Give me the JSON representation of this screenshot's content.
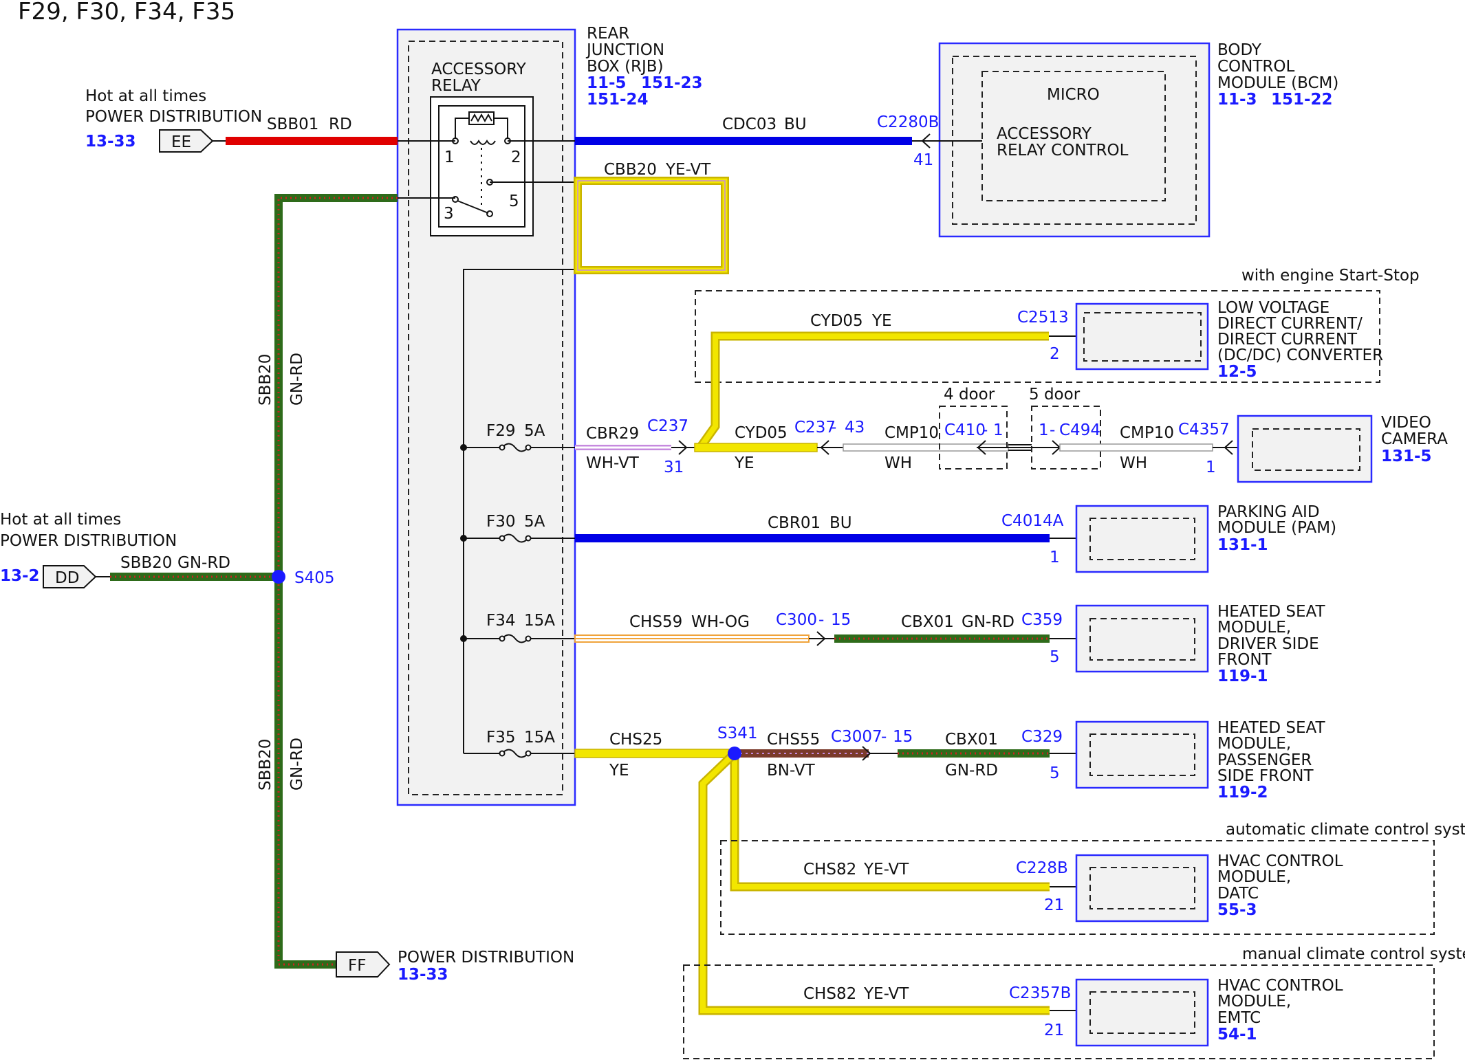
{
  "title": "F29, F30, F34, F35",
  "colors": {
    "RD": "#e00000",
    "BU": "#0000e6",
    "GN": "#2e6b1a",
    "YE": "#f2e600",
    "WH": "#ffffff",
    "VT": "#c68adf",
    "OG": "#f0a33a",
    "BN": "#7a3a2a",
    "splice": "#1a1aff",
    "text_blue": "#1a1aff",
    "box_blue": "#2a2aff"
  },
  "sources": {
    "top": {
      "line1": "Hot at all times",
      "line2": "POWER DISTRIBUTION",
      "ref": "13-33",
      "connector": "EE"
    },
    "left": {
      "line1": "Hot at all times",
      "line2": "POWER DISTRIBUTION",
      "ref": "13-2",
      "connector": "DD"
    },
    "bottom": {
      "connector": "FF",
      "line2": "POWER DISTRIBUTION",
      "ref": "13-33"
    }
  },
  "rjb": {
    "name": [
      "REAR",
      "JUNCTION",
      "BOX (RJB)"
    ],
    "refs": [
      "11-5",
      "151-23",
      "151-24"
    ],
    "relay_label": [
      "ACCESSORY",
      "RELAY"
    ],
    "pins": {
      "p1": "1",
      "p2": "2",
      "p3": "3",
      "p5": "5"
    }
  },
  "bcm": {
    "name": [
      "BODY",
      "CONTROL",
      "MODULE (BCM)"
    ],
    "refs": [
      "11-3",
      "151-22"
    ],
    "micro": "MICRO",
    "control": [
      "ACCESSORY",
      "RELAY CONTROL"
    ],
    "connector": "C2280B",
    "pin": "41"
  },
  "fuses": [
    {
      "id": "F29",
      "rating": "5A"
    },
    {
      "id": "F30",
      "rating": "5A"
    },
    {
      "id": "F34",
      "rating": "15A"
    },
    {
      "id": "F35",
      "rating": "15A"
    }
  ],
  "wires": {
    "sbb01": {
      "circuit": "SBB01",
      "color": "RD"
    },
    "cdc03": {
      "circuit": "CDC03",
      "color": "BU"
    },
    "cbb20": {
      "circuit": "CBB20",
      "color": "YE-VT"
    },
    "sbb20_left": {
      "circuit": "SBB20",
      "color": "GN-RD"
    },
    "sbb20_vert": {
      "circuit": "SBB20",
      "color": "GN-RD"
    },
    "cyd05_top": {
      "circuit": "CYD05",
      "color": "YE"
    },
    "cbr29": {
      "circuit": "CBR29",
      "color": "WH-VT"
    },
    "cyd05_mid": {
      "circuit": "CYD05",
      "color": "YE"
    },
    "cmp10_a": {
      "circuit": "CMP10",
      "color": "WH"
    },
    "cmp10_b": {
      "circuit": "CMP10",
      "color": "WH"
    },
    "cbr01": {
      "circuit": "CBR01",
      "color": "BU"
    },
    "chs59": {
      "circuit": "CHS59",
      "color": "WH-OG"
    },
    "cbx01_a": {
      "circuit": "CBX01",
      "color": "GN-RD"
    },
    "chs25": {
      "circuit": "CHS25",
      "color": "YE"
    },
    "chs55": {
      "circuit": "CHS55",
      "color": "BN-VT"
    },
    "cbx01_b": {
      "circuit": "CBX01",
      "color": "GN-RD"
    },
    "chs82_a": {
      "circuit": "CHS82",
      "color": "YE-VT"
    },
    "chs82_b": {
      "circuit": "CHS82",
      "color": "YE-VT"
    }
  },
  "splices": {
    "s405": "S405",
    "s341": "S341"
  },
  "connectors": {
    "c237": {
      "name": "C237",
      "pin": "31"
    },
    "c237_43": {
      "name": "C237",
      "pin": "43"
    },
    "c410": {
      "name": "C410",
      "pin": "1"
    },
    "c494": {
      "name": "C494",
      "pin": "1"
    },
    "c4357": {
      "name": "C4357",
      "pin": "1"
    },
    "c2513": {
      "name": "C2513",
      "pin": "2"
    },
    "c4014a": {
      "name": "C4014A",
      "pin": "1"
    },
    "c300": {
      "name": "C300",
      "pin": "15"
    },
    "c359": {
      "name": "C359",
      "pin": "5"
    },
    "c3007": {
      "name": "C3007",
      "pin": "15"
    },
    "c329": {
      "name": "C329",
      "pin": "5"
    },
    "c228b": {
      "name": "C228B",
      "pin": "21"
    },
    "c2357b": {
      "name": "C2357B",
      "pin": "21"
    }
  },
  "options": {
    "start_stop": "with engine Start-Stop",
    "door4": "4 door",
    "door5": "5 door",
    "auto_climate": "automatic climate control system",
    "manual_climate": "manual climate control system"
  },
  "modules": {
    "dcdc": {
      "lines": [
        "LOW VOLTAGE",
        "DIRECT CURRENT/",
        "DIRECT CURRENT",
        "(DC/DC) CONVERTER"
      ],
      "ref": "12-5"
    },
    "camera": {
      "lines": [
        "VIDEO",
        "CAMERA"
      ],
      "ref": "131-5"
    },
    "pam": {
      "lines": [
        "PARKING AID",
        "MODULE (PAM)"
      ],
      "ref": "131-1"
    },
    "hs_driver": {
      "lines": [
        "HEATED SEAT",
        "MODULE,",
        "DRIVER SIDE",
        "FRONT"
      ],
      "ref": "119-1"
    },
    "hs_pass": {
      "lines": [
        "HEATED SEAT",
        "MODULE,",
        "PASSENGER",
        "SIDE FRONT"
      ],
      "ref": "119-2"
    },
    "datc": {
      "lines": [
        "HVAC CONTROL",
        "MODULE,",
        "DATC"
      ],
      "ref": "55-3"
    },
    "emtc": {
      "lines": [
        "HVAC CONTROL",
        "MODULE,",
        "EMTC"
      ],
      "ref": "54-1"
    }
  }
}
